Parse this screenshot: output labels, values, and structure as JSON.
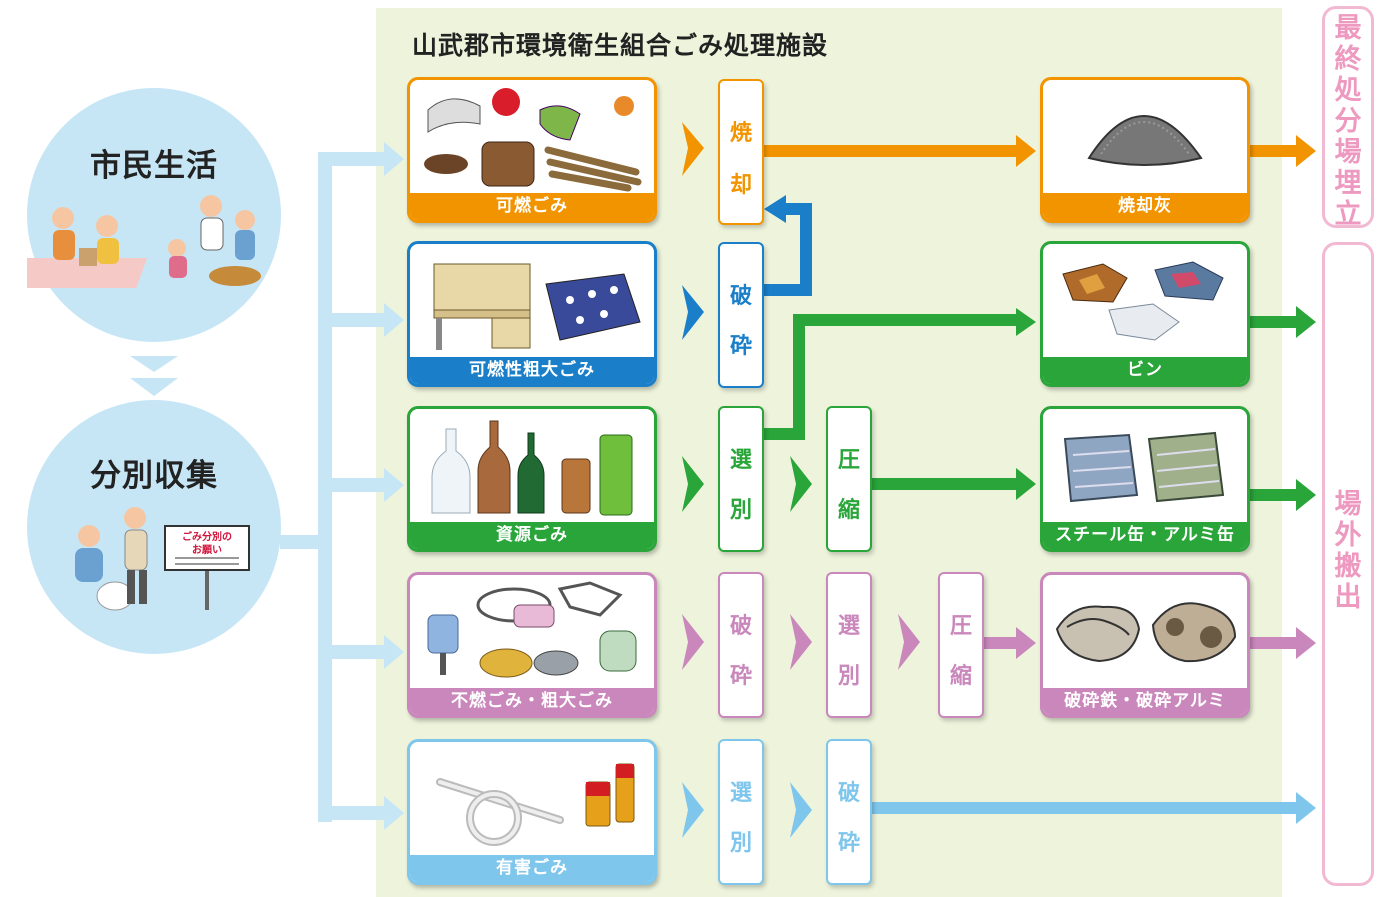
{
  "facility_title": "山武郡市環境衛生組合ごみ処理施設",
  "left": {
    "citizen_life": "市民生活",
    "separate_collection": "分別収集",
    "sign_text": "ごみ分別の\nお願い"
  },
  "colors": {
    "orange": "#f29400",
    "blue": "#1a7fc8",
    "green": "#2aa53a",
    "pink": "#c987bb",
    "light_blue": "#7fc6ec",
    "flow_blue": "#c6e6f6",
    "dest_pink": "#f2b9d2"
  },
  "categories": [
    {
      "label": "可燃ごみ",
      "icon": "burnable-waste-icon"
    },
    {
      "label": "可燃性粗大ごみ",
      "icon": "furniture-icon"
    },
    {
      "label": "資源ごみ",
      "icon": "bottles-cans-icon"
    },
    {
      "label": "不燃ごみ・粗大ごみ",
      "icon": "appliances-icon"
    },
    {
      "label": "有害ごみ",
      "icon": "battery-lamp-icon"
    }
  ],
  "processes": {
    "incineration": [
      "焼",
      "却"
    ],
    "crush1": [
      "破",
      "砕"
    ],
    "sort1": [
      "選",
      "別"
    ],
    "compress1": [
      "圧",
      "縮"
    ],
    "crush2": [
      "破",
      "砕"
    ],
    "sort2": [
      "選",
      "別"
    ],
    "compress2": [
      "圧",
      "縮"
    ],
    "sort3": [
      "選",
      "別"
    ],
    "crush3": [
      "破",
      "砕"
    ]
  },
  "outputs": [
    {
      "label": "焼却灰",
      "icon": "ash-pile-icon"
    },
    {
      "label": "ビン",
      "icon": "glass-cullet-icon"
    },
    {
      "label": "スチール缶・アルミ缶",
      "icon": "metal-bale-icon"
    },
    {
      "label": "破砕鉄・破砕アルミ",
      "icon": "scrap-metal-icon"
    }
  ],
  "destinations": {
    "landfill": [
      "最",
      "終",
      "処",
      "分",
      "場",
      "埋",
      "立"
    ],
    "offsite": [
      "場",
      "外",
      "搬",
      "出"
    ]
  }
}
